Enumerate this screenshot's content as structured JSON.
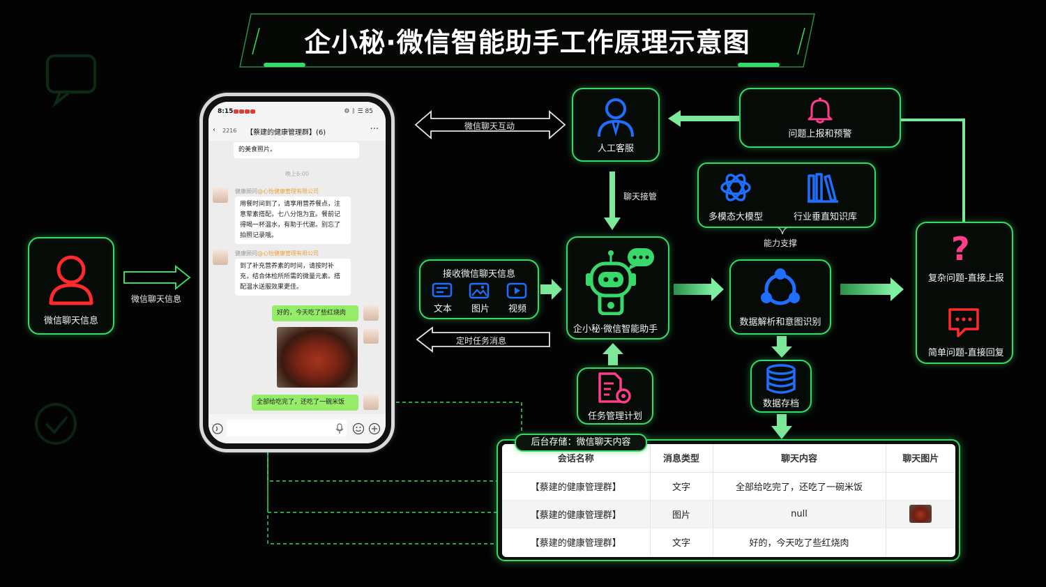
{
  "title": "企小秘·微信智能助手工作原理示意图",
  "nodes": {
    "wechat_input": "微信聊天信息",
    "human_service": "人工客服",
    "alert": "问题上报和预警",
    "multimodal": "多模态大模型",
    "knowledge": "行业垂直知识库",
    "receive_title": "接收微信聊天信息",
    "receive_items": [
      "文本",
      "图片",
      "视频"
    ],
    "assistant": "企小秘·微信智能助手",
    "parsing": "数据解析和意图识别",
    "complex": "复杂问题-直接上报",
    "simple": "简单问题-直接回复",
    "task_plan": "任务管理计划",
    "storage": "数据存档"
  },
  "edges": {
    "input_arrow": "微信聊天信息",
    "interaction": "微信聊天互动",
    "handover": "聊天接管",
    "capability": "能力支撑",
    "scheduled": "定时任务消息"
  },
  "phone": {
    "status_time": "8:15",
    "status_right": "⚙ ᛒ ☰ 85",
    "unread_count": "2216",
    "group_name": "【蔡建的健康管理群】(6)",
    "top_message": "的美食照片。",
    "time_divider": "晚上6:00",
    "sender_name": "健康顾问",
    "sender_org": "@心怡健康管理有限公司",
    "msg1": "用餐时间到了，请享用营养餐点，注意荤素搭配，七八分饱为宜。餐前记得喝一杯温水，有助于代谢。别忘了拍照记录哦。",
    "msg2": "到了补充营养素的时间，请按时补充，结合体检所所需的微量元素。搭配温水送服效果更佳。",
    "user_msg1": "好的，今天吃了些红烧肉",
    "user_msg2": "全部给吃完了，还吃了一碗米饭"
  },
  "table": {
    "tab_label": "后台存储：微信聊天内容",
    "headers": [
      "会话名称",
      "消息类型",
      "聊天内容",
      "聊天图片"
    ],
    "rows": [
      [
        "【蔡建的健康管理群】",
        "文字",
        "全部给吃完了，还吃了一碗米饭",
        ""
      ],
      [
        "【蔡建的健康管理群】",
        "图片",
        "null",
        "food-thumb"
      ],
      [
        "【蔡建的健康管理群】",
        "文字",
        "好的，今天吃了些红烧肉",
        ""
      ]
    ]
  },
  "colors": {
    "accent_green": "#39d86a",
    "icon_blue": "#1e6fff",
    "alert_pink": "#ff3d8a",
    "user_red": "#ff2b2b"
  }
}
